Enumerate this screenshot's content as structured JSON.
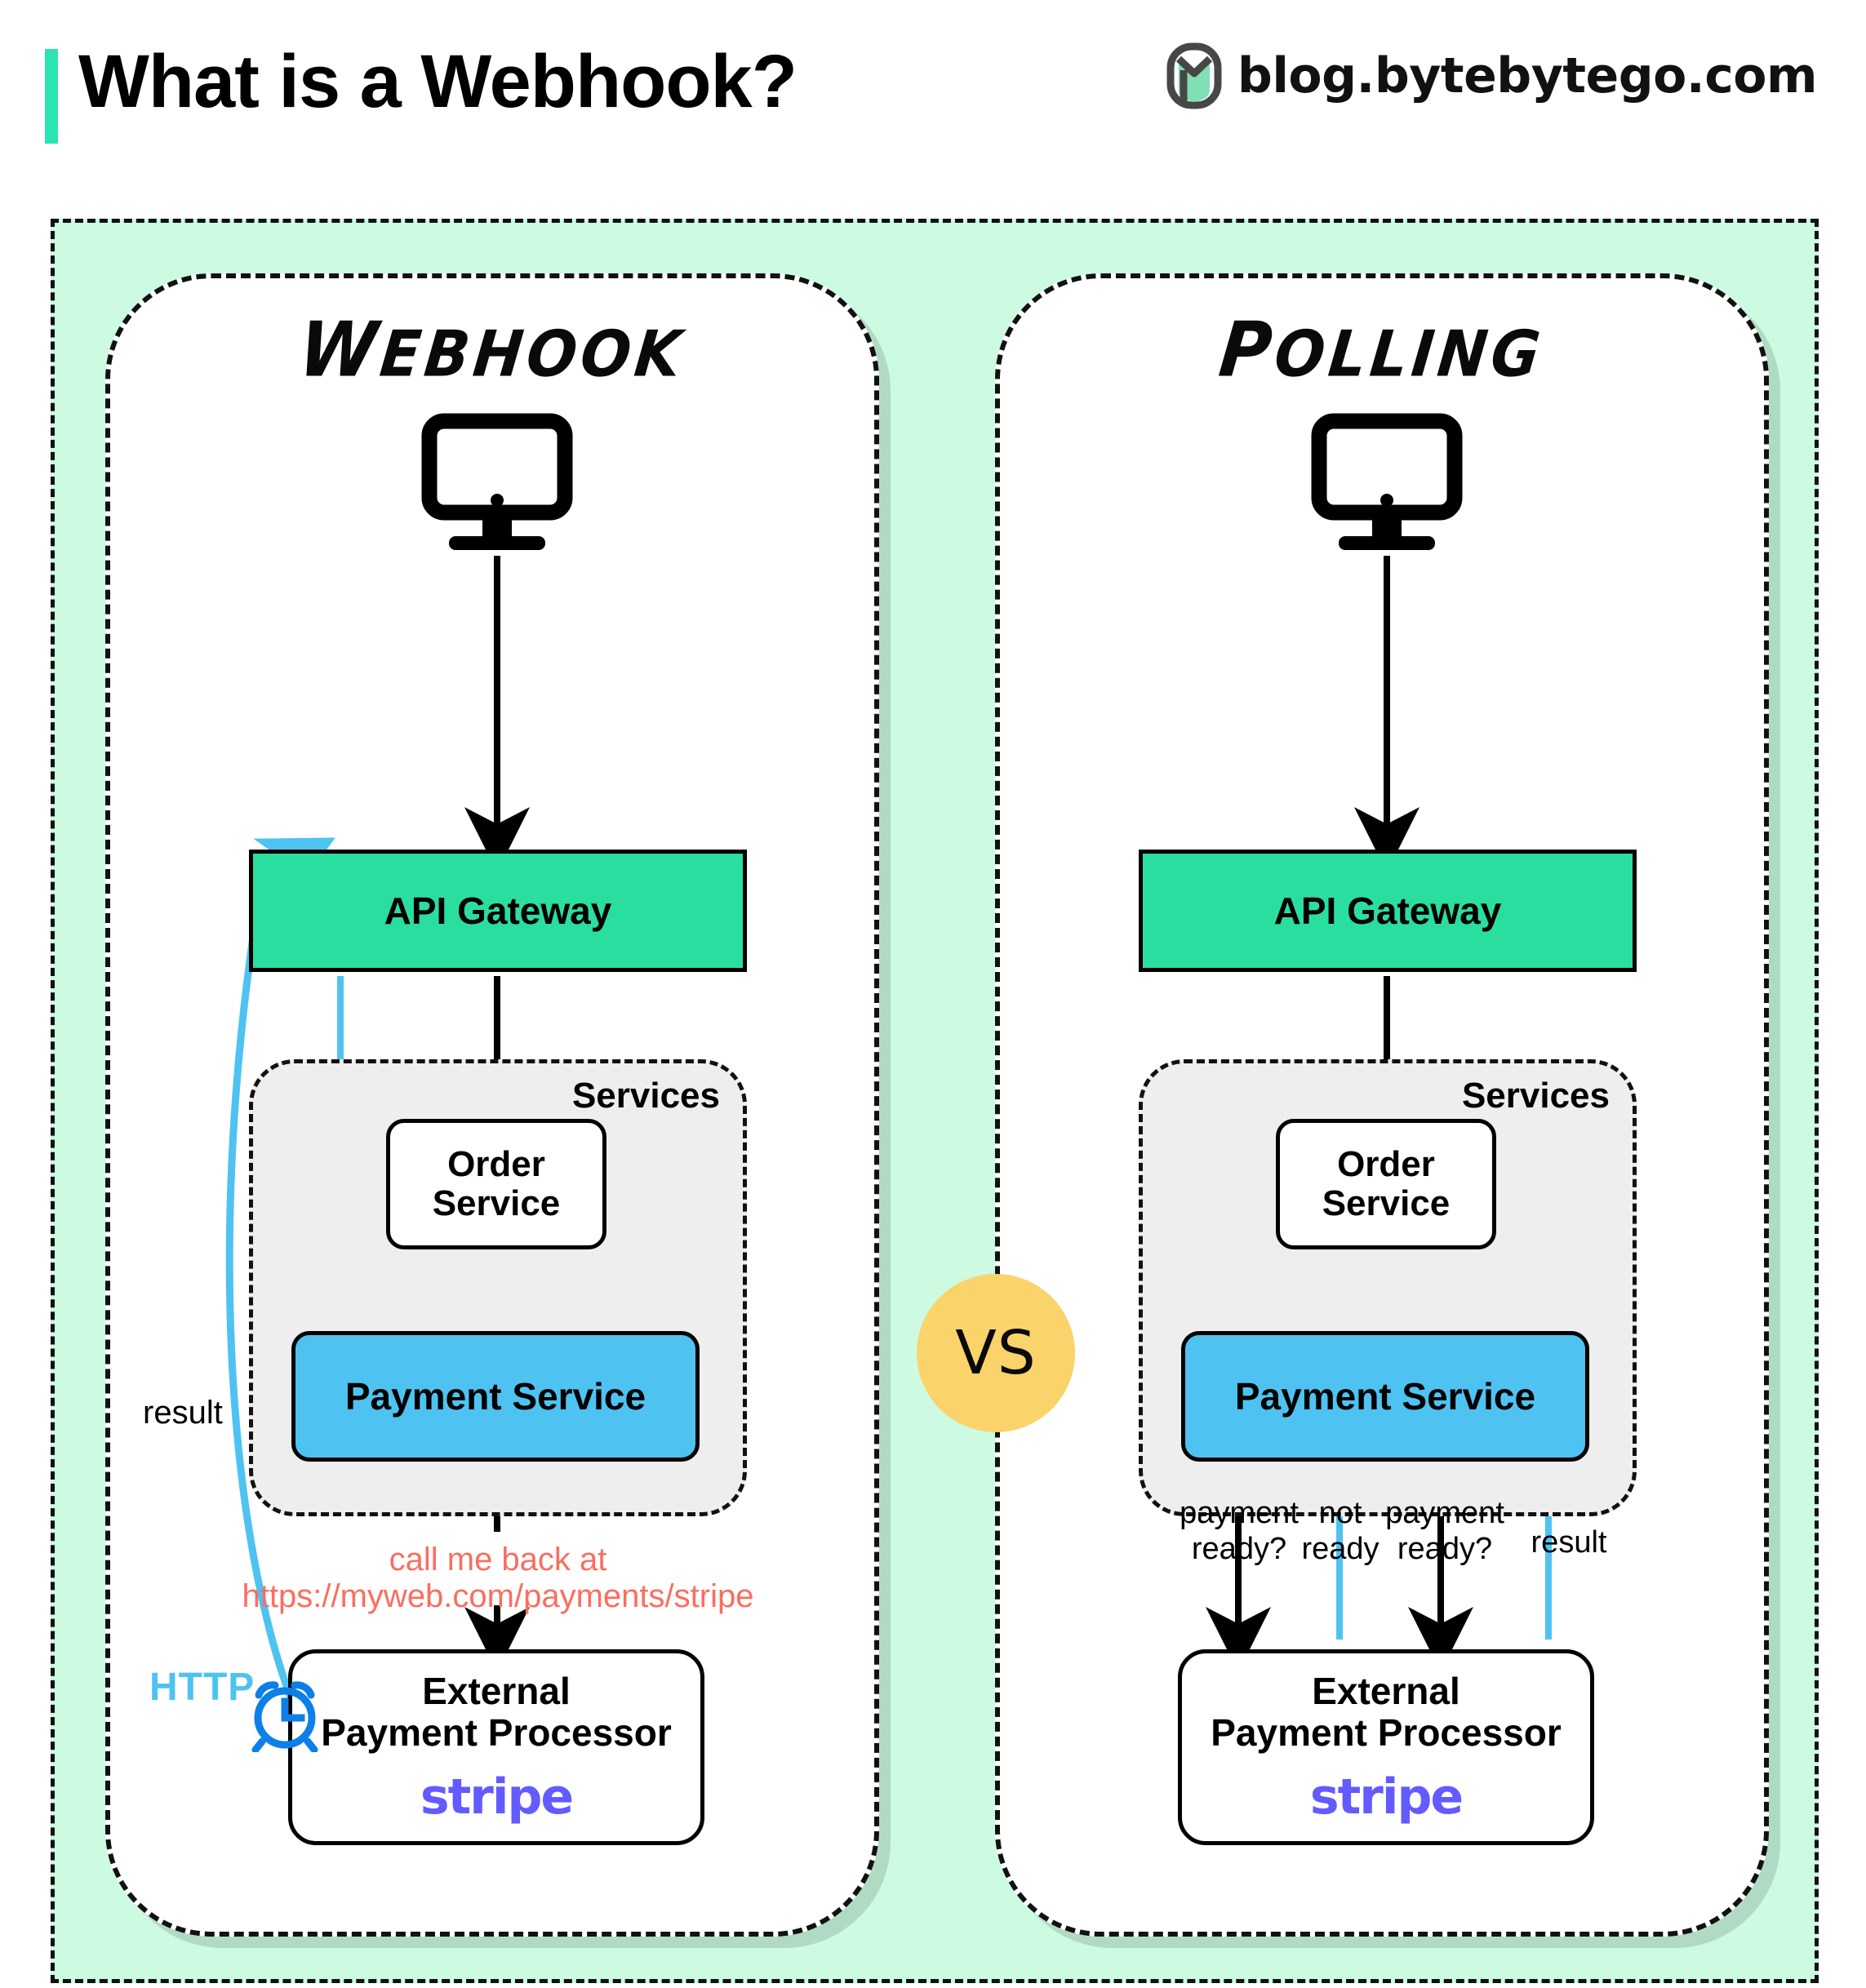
{
  "header": {
    "title": "What is a Webhook?",
    "brand_text": "blog.bytebytego.com",
    "accent_color": "#2ae5b0",
    "logo_icon": "bytebytego-logo-icon"
  },
  "vs_badge": {
    "label": "VS",
    "color": "#fbd36b"
  },
  "colors": {
    "canvas_mint": "#ccfbe2",
    "gateway_green": "#2ade9f",
    "payment_blue": "#4ec3f2",
    "services_gray": "#eeeeee",
    "callback_red": "#fa6e60",
    "http_blue": "#4ec3f2",
    "clock_blue": "#0d7fe8",
    "stripe_purple": "#635bff"
  },
  "panels": [
    {
      "id": "webhook",
      "title": "Webhook",
      "nodes": {
        "client_icon": "desktop-monitor-icon",
        "gateway": "API Gateway",
        "services_label": "Services",
        "order_service": "Order\nService",
        "payment_service": "Payment Service",
        "processor": "External\nPayment Processor",
        "processor_logo": "stripe"
      },
      "labels": {
        "callback": "call me back at\nhttps://myweb.com/payments/stripe",
        "result": "result",
        "http": "HTTP",
        "clock_icon": "alarm-clock-icon"
      }
    },
    {
      "id": "polling",
      "title": "Polling",
      "nodes": {
        "client_icon": "desktop-monitor-icon",
        "gateway": "API Gateway",
        "services_label": "Services",
        "order_service": "Order\nService",
        "payment_service": "Payment Service",
        "processor": "External\nPayment Processor",
        "processor_logo": "stripe"
      },
      "labels": {
        "poll_1": "payment\nready?",
        "poll_2": "not\nready",
        "poll_3": "payment\nready?",
        "poll_4": "result"
      }
    }
  ]
}
